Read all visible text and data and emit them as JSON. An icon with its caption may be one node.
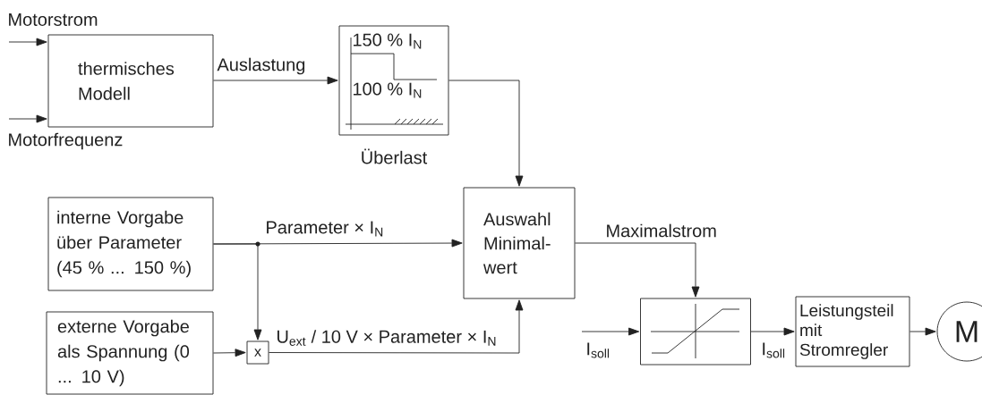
{
  "diagram": {
    "nodes": [
      {
        "text": [
          "thermisches Modell"
        ]
      },
      {
        "text": [
          "150 % I$_{N}$",
          "100 % I$_{N}$"
        ],
        "beside": [
          "Überlast"
        ]
      },
      {
        "text": [
          "interne Vorgabe über Parameter (45 % ... 150 %)"
        ]
      },
      {
        "text": [
          "externe Vorgabe als Spannung (0 ... 10 V)"
        ]
      },
      {
        "text": [
          "Auswahl Minimal- wert"
        ]
      },
      {
        "text": [
          "x"
        ]
      },
      {
        "text": [],
        "shape": "box"
      },
      {
        "text": [
          "Leistungsteil mit Stromregler"
        ]
      },
      {
        "text": [
          "M"
        ]
      }
    ],
    "edges": [
      {
        "from": null,
        "to": 0,
        "arrow": "to",
        "label": "Motorstrom"
      },
      {
        "from": null,
        "to": 0,
        "arrow": "to",
        "label": "Motorfrequenz"
      },
      {
        "from": 0,
        "to": 1,
        "arrow": "to",
        "label": "Auslastung"
      },
      {
        "from": 1,
        "to": 4,
        "arrow": "to"
      },
      {
        "from": 2,
        "to": 4,
        "arrow": "to",
        "label": "Parameter × I$_{N}$"
      },
      {
        "from": 2,
        "to": 5,
        "arrow": "to"
      },
      {
        "from": 3,
        "to": 5,
        "arrow": "to"
      },
      {
        "from": 5,
        "to": 4,
        "arrow": "to",
        "label": "U$_{ext}$ / 10 V × Parameter × I$_{N}$"
      },
      {
        "from": 4,
        "to": 6,
        "arrow": "to",
        "label": "Maximalstrom"
      },
      {
        "from": null,
        "to": 6,
        "arrow": "to",
        "label": "I$_{soll}$"
      },
      {
        "from": 6,
        "to": 7,
        "arrow": "to",
        "label": "I$_{soll}$"
      },
      {
        "from": 7,
        "to": 8,
        "arrow": "to"
      }
    ]
  }
}
